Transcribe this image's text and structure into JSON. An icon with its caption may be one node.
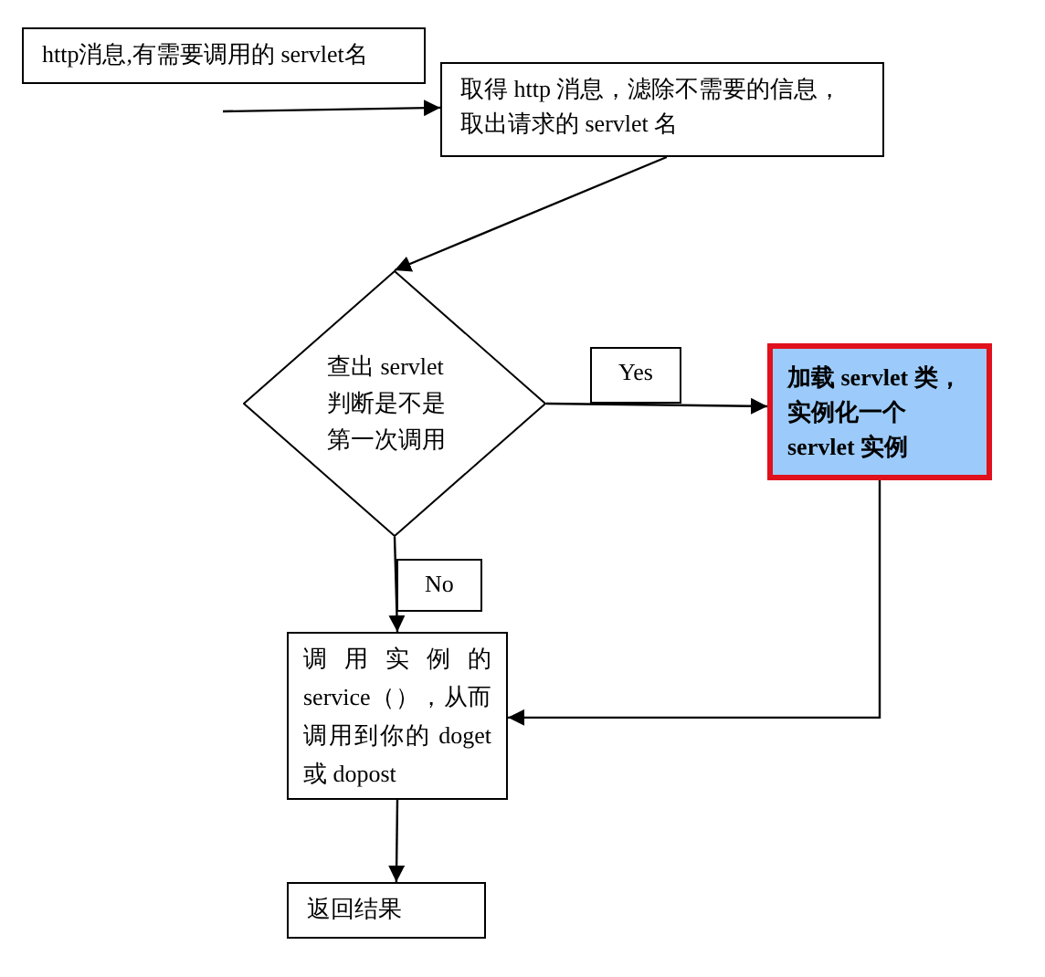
{
  "diagram": {
    "nodes": [
      {
        "text": [
          "http消息,有需要调用的 servlet名"
        ]
      },
      {
        "text": [
          "取得 http 消息，滤除不需要的信息，取出请求的 servlet 名"
        ]
      },
      {
        "text": [
          "查出 servlet判断是不是第一次调用"
        ]
      },
      {
        "text": [
          "加载 servlet 类，实例化一个 servlet 实例"
        ]
      },
      {
        "text": [
          "调用实例的 service（），从而调用到你的 doget 或 dopost"
        ]
      },
      {
        "text": [
          "返回结果"
        ]
      }
    ],
    "edges": [
      {
        "from": null,
        "to": 1,
        "arrow": "to"
      },
      {
        "from": 1,
        "to": 2,
        "arrow": "to"
      },
      {
        "from": 2,
        "to": 3,
        "arrow": "to",
        "label": "Yes"
      },
      {
        "from": 2,
        "to": 4,
        "arrow": "to",
        "label": "No"
      },
      {
        "from": 3,
        "to": 4,
        "arrow": "to"
      },
      {
        "from": 4,
        "to": 5,
        "arrow": "to"
      }
    ]
  }
}
